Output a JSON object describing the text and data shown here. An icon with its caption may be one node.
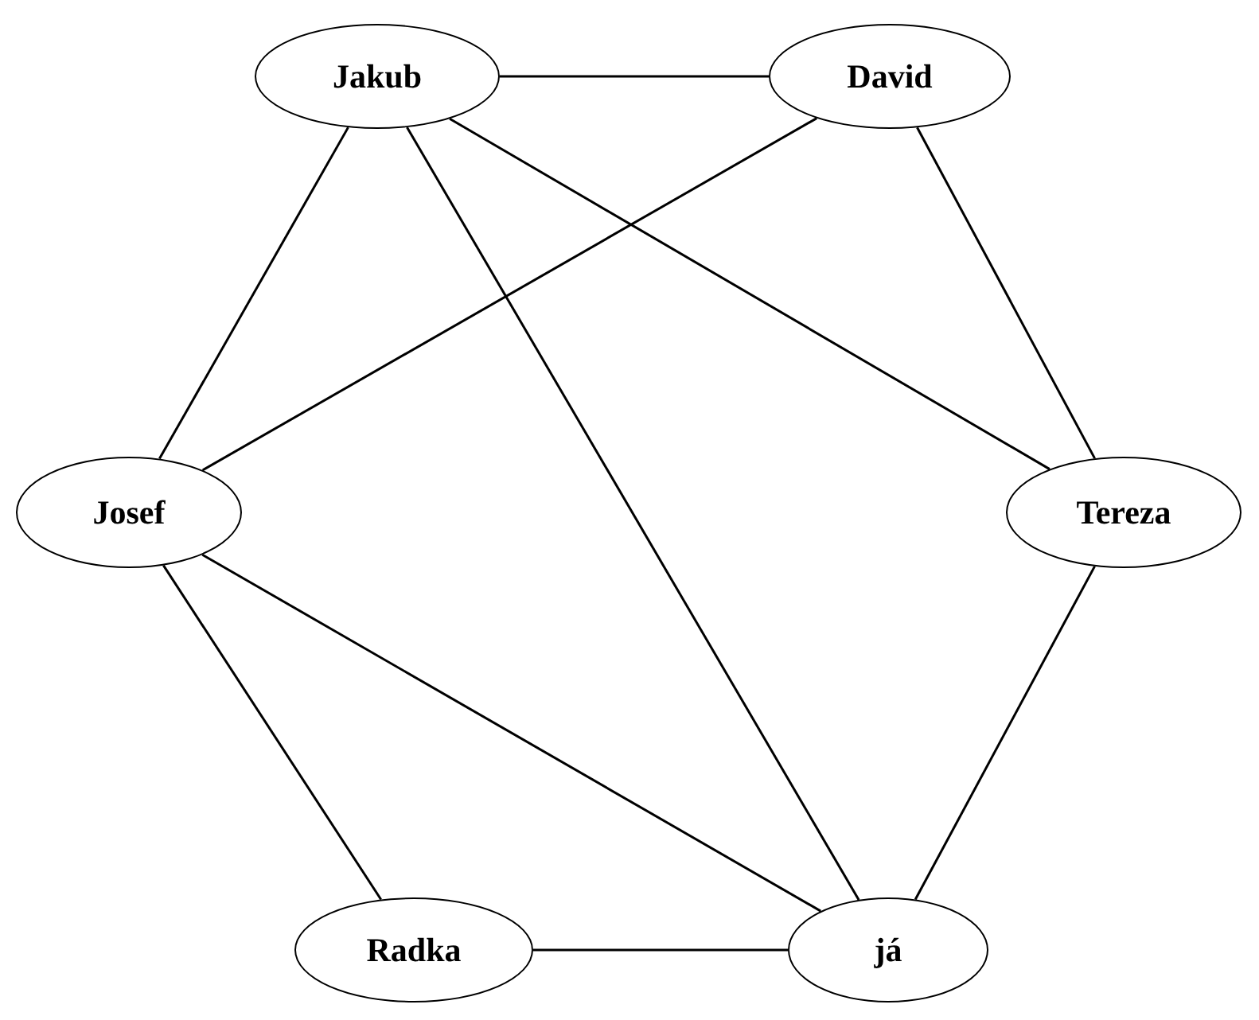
{
  "diagram": {
    "nodes": [
      {
        "text": [
          "Jakub"
        ]
      },
      {
        "text": [
          "David"
        ]
      },
      {
        "text": [
          "Josef"
        ]
      },
      {
        "text": [
          "Tereza"
        ]
      },
      {
        "text": [
          "Radka"
        ]
      },
      {
        "text": [
          "já"
        ]
      }
    ],
    "edges": [
      {
        "from": 0,
        "to": 1,
        "arrow": "none"
      },
      {
        "from": 0,
        "to": 2,
        "arrow": "none"
      },
      {
        "from": 0,
        "to": 5,
        "arrow": "none"
      },
      {
        "from": 0,
        "to": 3,
        "arrow": "none"
      },
      {
        "from": 1,
        "to": 2,
        "arrow": "none"
      },
      {
        "from": 1,
        "to": 3,
        "arrow": "none"
      },
      {
        "from": 2,
        "to": 5,
        "arrow": "none"
      },
      {
        "from": 2,
        "to": 4,
        "arrow": "none"
      },
      {
        "from": 3,
        "to": 5,
        "arrow": "none"
      },
      {
        "from": 4,
        "to": 5,
        "arrow": "none"
      }
    ]
  }
}
